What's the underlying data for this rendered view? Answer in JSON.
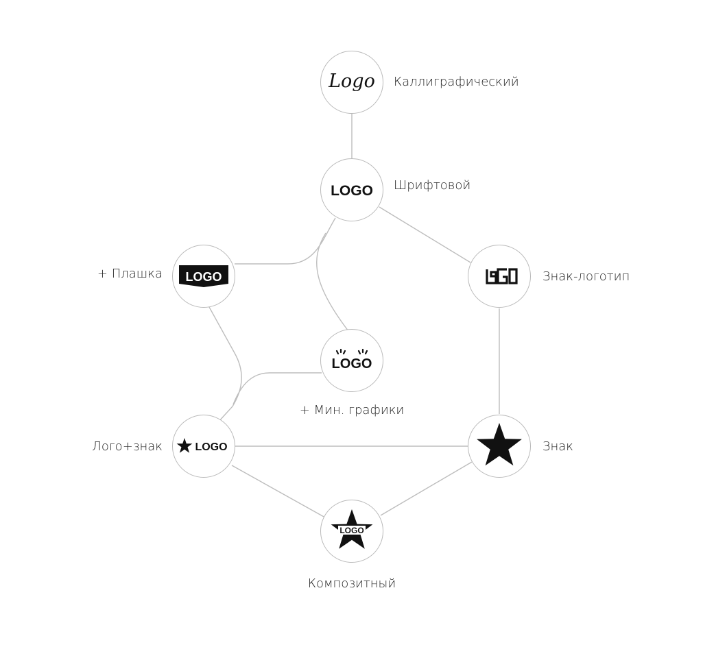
{
  "colors": {
    "edge": "#bdbdbd",
    "node_border": "#b9b9b9",
    "mark": "#111111",
    "background": "#ffffff"
  },
  "nodes": [
    {
      "id": "calligraphic",
      "label": "Каллиграфический",
      "logo_text": "Logo",
      "icon": "calligraphic-logo-icon"
    },
    {
      "id": "typographic",
      "label": "Шрифтовой",
      "logo_text": "LOGO",
      "icon": "typographic-logo-icon"
    },
    {
      "id": "plate",
      "label": "+ Плашка",
      "logo_text": "LOGO",
      "icon": "plate-logo-icon"
    },
    {
      "id": "sign_logotype",
      "label": "Знак-логотип",
      "logo_text": "LOGO",
      "icon": "sign-logotype-icon"
    },
    {
      "id": "min_graphics",
      "label": "+ Мин. графики",
      "logo_text": "LOGO",
      "icon": "min-graphics-logo-icon"
    },
    {
      "id": "logo_sign",
      "label": "Лого+знак",
      "logo_text": "LOGO",
      "icon": "star-logo-icon"
    },
    {
      "id": "sign",
      "label": "Знак",
      "logo_text": "",
      "icon": "star-icon"
    },
    {
      "id": "composite",
      "label": "Композитный",
      "logo_text": "LOGO",
      "icon": "composite-star-logo-icon"
    }
  ],
  "edges": [
    {
      "from": "calligraphic",
      "to": "typographic"
    },
    {
      "from": "typographic",
      "to": "sign_logotype"
    },
    {
      "from": "typographic",
      "to": "plate"
    },
    {
      "from": "typographic",
      "to": "min_graphics"
    },
    {
      "from": "plate",
      "to": "logo_sign"
    },
    {
      "from": "min_graphics",
      "to": "logo_sign"
    },
    {
      "from": "sign_logotype",
      "to": "sign"
    },
    {
      "from": "logo_sign",
      "to": "sign"
    },
    {
      "from": "logo_sign",
      "to": "composite"
    },
    {
      "from": "sign",
      "to": "composite"
    }
  ]
}
